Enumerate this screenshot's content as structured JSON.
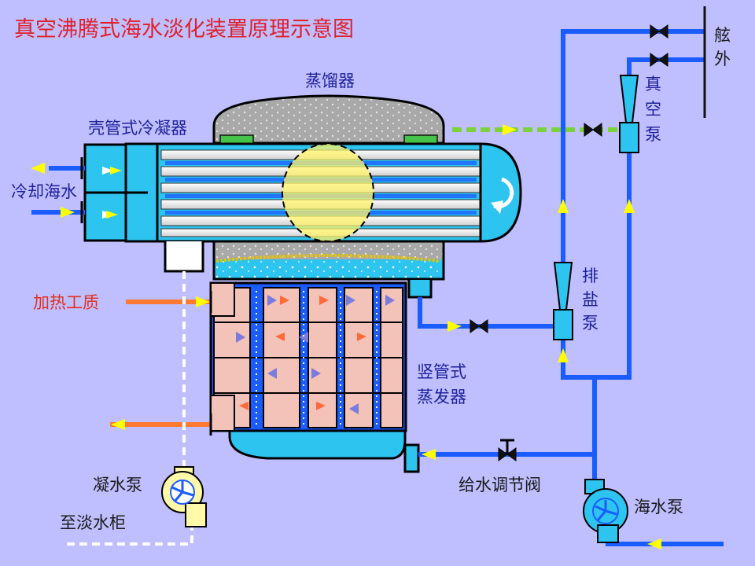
{
  "title": "真空沸腾式海水淡化装置原理示意图",
  "labels": {
    "distiller": "蒸馏器",
    "condenser": "壳管式冷凝器",
    "cooling_water": "冷却海水",
    "heating_medium": "加热工质",
    "evaporator_line1": "竖管式",
    "evaporator_line2": "蒸发器",
    "condensate_pump": "凝水泵",
    "to_freshwater_tank": "至淡水柜",
    "feed_valve": "给水调节阀",
    "seawater_pump": "海水泵",
    "brine_pump_chars": [
      "排",
      "盐",
      "泵"
    ],
    "vacuum_pump_chars": [
      "真",
      "空",
      "泵"
    ],
    "overboard_chars": [
      "舷",
      "外"
    ]
  },
  "colors": {
    "background": "#bfbfff",
    "title": "#e0202a",
    "label": "#1d1f9a",
    "pipe_water": "#1a5cff",
    "pipe_steam_air": "#7cd23a",
    "pipe_heating": "#ff7a30",
    "pipe_condensate": "#ffffff",
    "flow_arrow": "#ffff00",
    "vessel_water": "#2ec4f0",
    "evaporator_tube": "#f3c2b8"
  },
  "icons": [
    "gate-valve-icon",
    "ejector-icon",
    "centrifugal-pump-icon",
    "flow-arrow-icon"
  ]
}
